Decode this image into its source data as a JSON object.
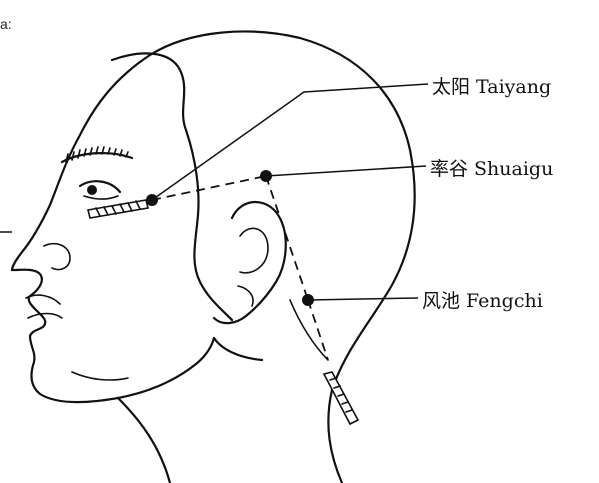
{
  "corner_text": "a:",
  "points": [
    {
      "id": "taiyang",
      "label": "太阳 Taiyang"
    },
    {
      "id": "shuaigu",
      "label": "率谷 Shuaigu"
    },
    {
      "id": "fengchi",
      "label": "风池 Fengchi"
    }
  ],
  "colors": {
    "ink": "#111111",
    "background": "#ffffff"
  }
}
